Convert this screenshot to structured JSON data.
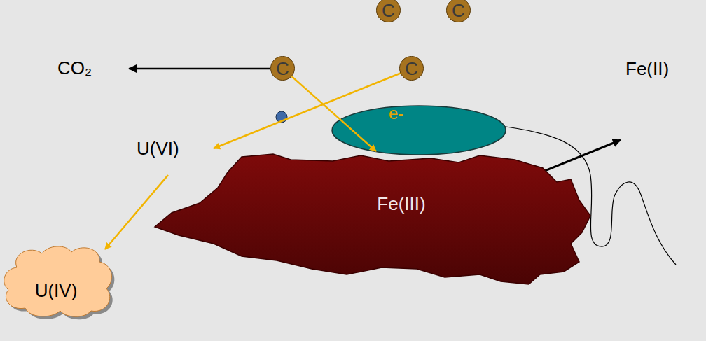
{
  "diagram": {
    "nodes": [
      {
        "text": [
          "C"
        ]
      },
      {
        "text": [
          "C"
        ]
      },
      {
        "text": [
          "C"
        ]
      },
      {
        "text": [
          "C"
        ]
      },
      {
        "text": [
          "Fe(III)"
        ]
      },
      {
        "text": [
          "U(IV)"
        ]
      }
    ],
    "edges": [
      {
        "from": 2,
        "to": 4,
        "label": "e-",
        "arrow": "to"
      }
    ],
    "labels": [
      "CO₂",
      "U(VI)",
      "Fe(II)"
    ]
  }
}
